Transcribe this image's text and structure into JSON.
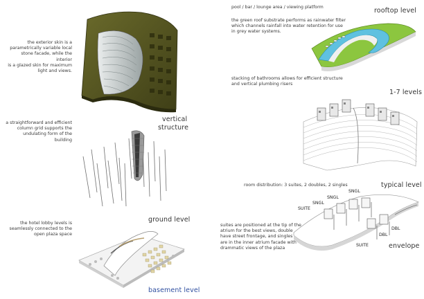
{
  "left": {
    "skin_note": [
      "the exterior skin is a",
      "parametrically variable local",
      "stone facade, while the interior",
      "is a glazed skin for maximum",
      "light and views."
    ],
    "structure_note": [
      "a straightforward and efficient",
      "column grid supports the",
      "undulating form of the",
      "building"
    ],
    "structure_heading": [
      "vertical",
      "structure"
    ],
    "lobby_note": [
      "the hotel lobby levels is",
      "seamlessly connected to the",
      "open plaza space"
    ],
    "ground_heading": "ground level",
    "basement_heading": "basement level"
  },
  "right": {
    "rooftop_subtitle": "pool / bar / lounge area / viewing platform",
    "rooftop_heading": "rooftop level",
    "roof_note": [
      "the green roof substrate performs as rainwater filter",
      "which channels rainfall into water retention  for use",
      "in grey water systems."
    ],
    "bath_note": [
      "stacking of bathrooms allows for efficient structure",
      "and vertical plumbing risers"
    ],
    "levels_heading": "1-7 levels",
    "distribution_note": "room distribution: 3 suites, 2 doubles, 2 singles",
    "typical_heading": "typical level",
    "suites_note": [
      "suites are positioned at the tip of the",
      "atrium for the best views, double",
      "have street frontage, and singles",
      "are in the inner atrium facade with",
      "drammatic views of the plaza"
    ],
    "envelope_heading": "envelope",
    "room_labels": {
      "sngl_1": "SNGL",
      "sngl_2": "SNGL",
      "sngl_3": "SNGL",
      "suite_1": "SUITE",
      "suite_2": "SUITE",
      "dbl_1": "DBL",
      "dbl_2": "DBL"
    }
  },
  "colors": {
    "text": "#333333",
    "heading_blue": "#2f4fa0",
    "facade_olive": "#5b5a24",
    "roof_green": "#8cc63f",
    "pool_blue": "#5fc1e0"
  }
}
